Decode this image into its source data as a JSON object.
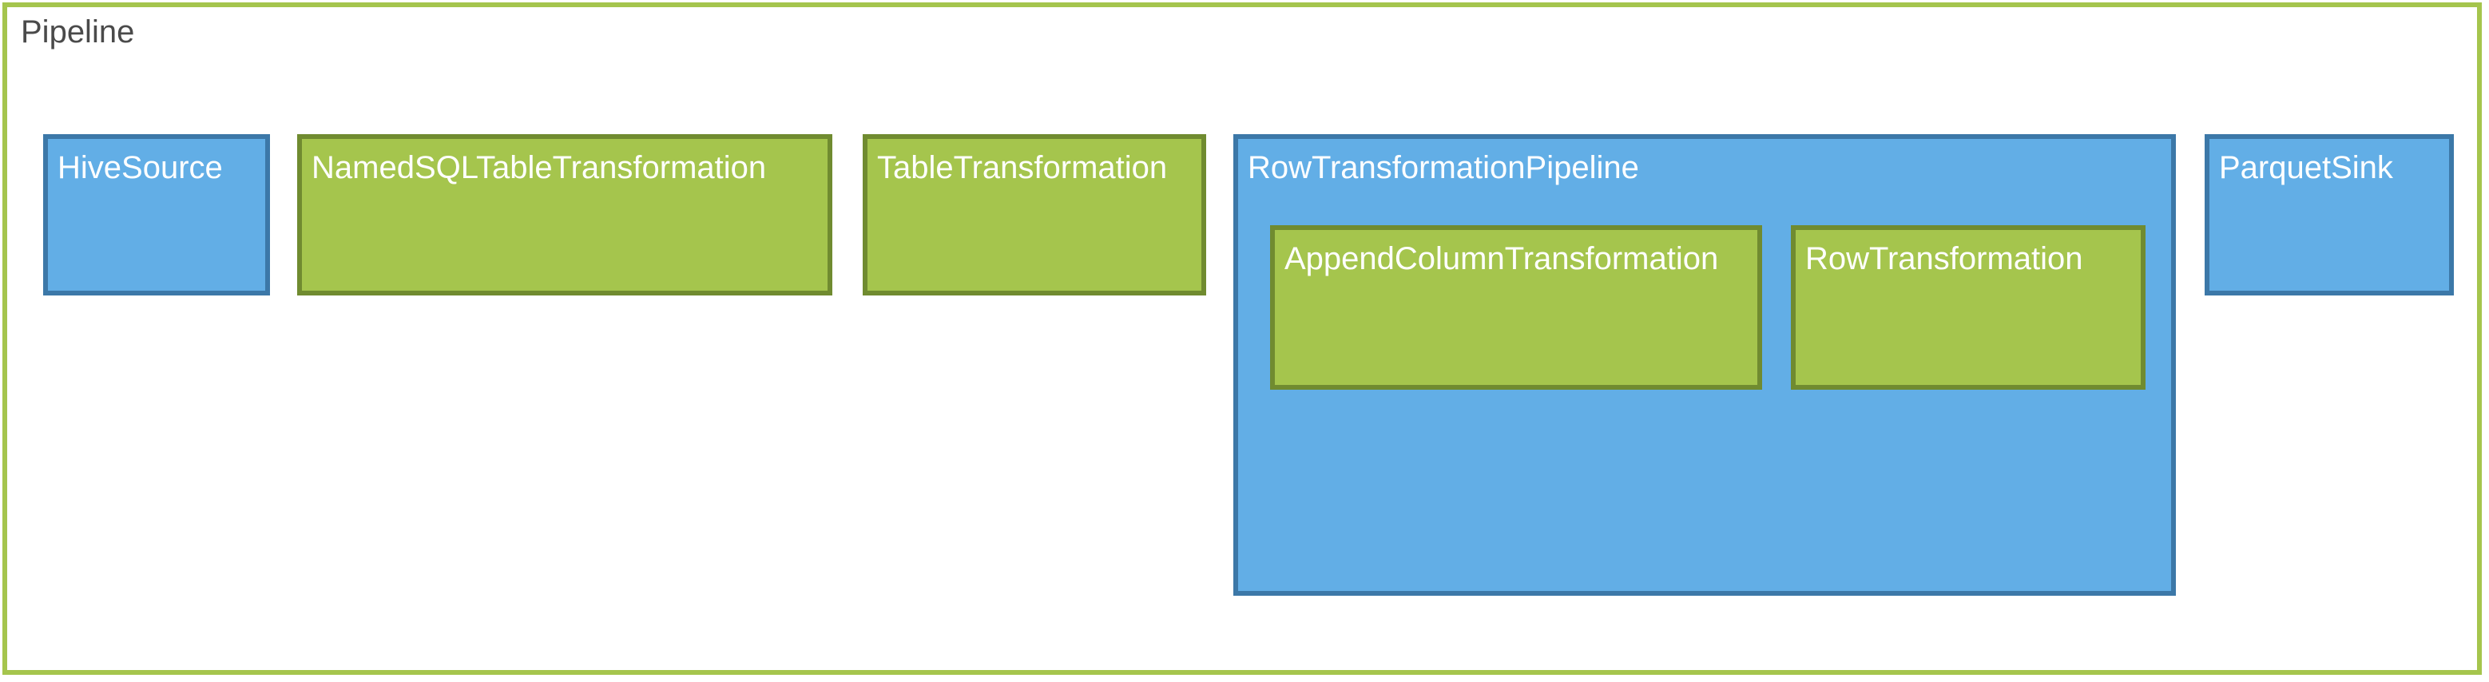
{
  "pipeline": {
    "title": "Pipeline",
    "stages": [
      {
        "label": "HiveSource",
        "color": "#62aee6"
      },
      {
        "label": "NamedSQLTableTransformation",
        "color": "#a5c54d"
      },
      {
        "label": "TableTransformation",
        "color": "#a5c54d"
      },
      {
        "label": "RowTransformationPipeline",
        "color": "#62aee6",
        "children": [
          {
            "label": "AppendColumnTransformation",
            "color": "#a5c54d"
          },
          {
            "label": "RowTransformation",
            "color": "#a5c54d"
          }
        ]
      },
      {
        "label": "ParquetSink",
        "color": "#62aee6"
      }
    ]
  }
}
